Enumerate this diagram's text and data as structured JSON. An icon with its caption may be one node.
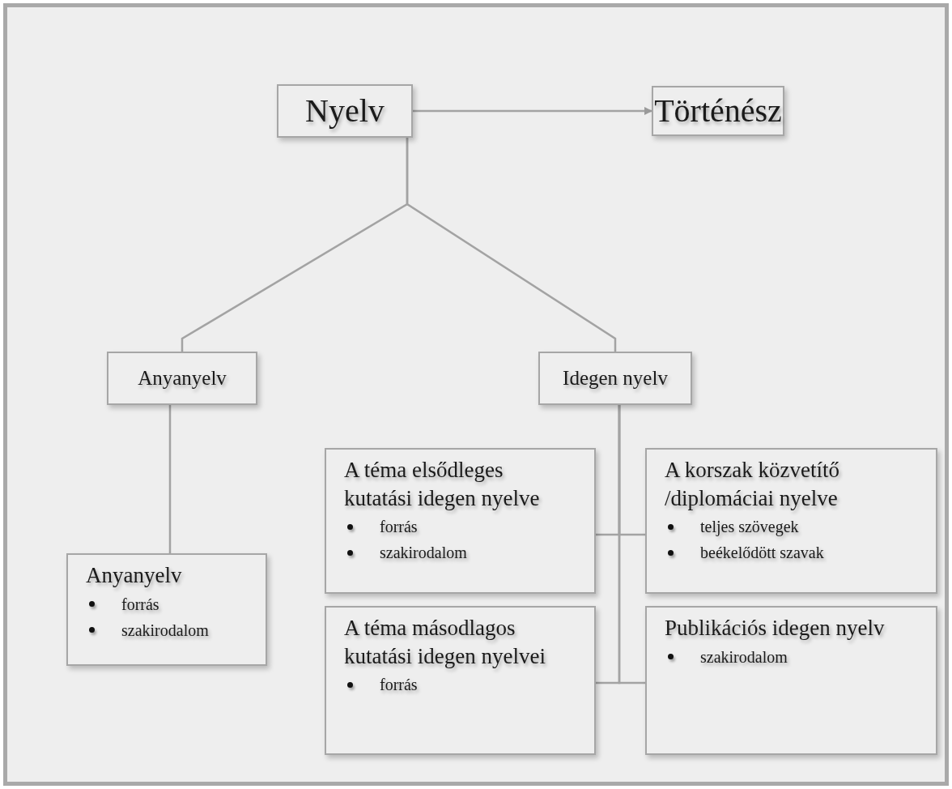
{
  "diagram": {
    "nodes": [
      {
        "text": [
          "Nyelv"
        ]
      },
      {
        "text": [
          "Történész"
        ]
      },
      {
        "text": [
          "Anyanyelv"
        ]
      },
      {
        "text": [
          "Idegen nyelv"
        ]
      },
      {
        "text": [
          "Anyanyelv",
          "forrás",
          "szakirodalom"
        ]
      },
      {
        "text": [
          "A téma elsődleges kutatási idegen nyelve",
          "forrás",
          "szakirodalom"
        ]
      },
      {
        "text": [
          "A korszak közvetítő /diplomáciai nyelve",
          "teljes szövegek",
          "beékelődött szavak"
        ]
      },
      {
        "text": [
          "A téma másodlagos kutatási idegen nyelvei",
          "forrás"
        ]
      },
      {
        "text": [
          "Publikációs idegen nyelv",
          "szakirodalom"
        ]
      }
    ],
    "edges": [
      {
        "from": 0,
        "to": 1,
        "arrow": "to"
      },
      {
        "from": 0,
        "to": 2,
        "arrow": "none"
      },
      {
        "from": 0,
        "to": 3,
        "arrow": "none"
      },
      {
        "from": 2,
        "to": 4,
        "arrow": "none"
      },
      {
        "from": 3,
        "to": 5,
        "arrow": "none"
      },
      {
        "from": 3,
        "to": 6,
        "arrow": "none"
      },
      {
        "from": 3,
        "to": 7,
        "arrow": "none"
      },
      {
        "from": 3,
        "to": 8,
        "arrow": "none"
      }
    ]
  }
}
